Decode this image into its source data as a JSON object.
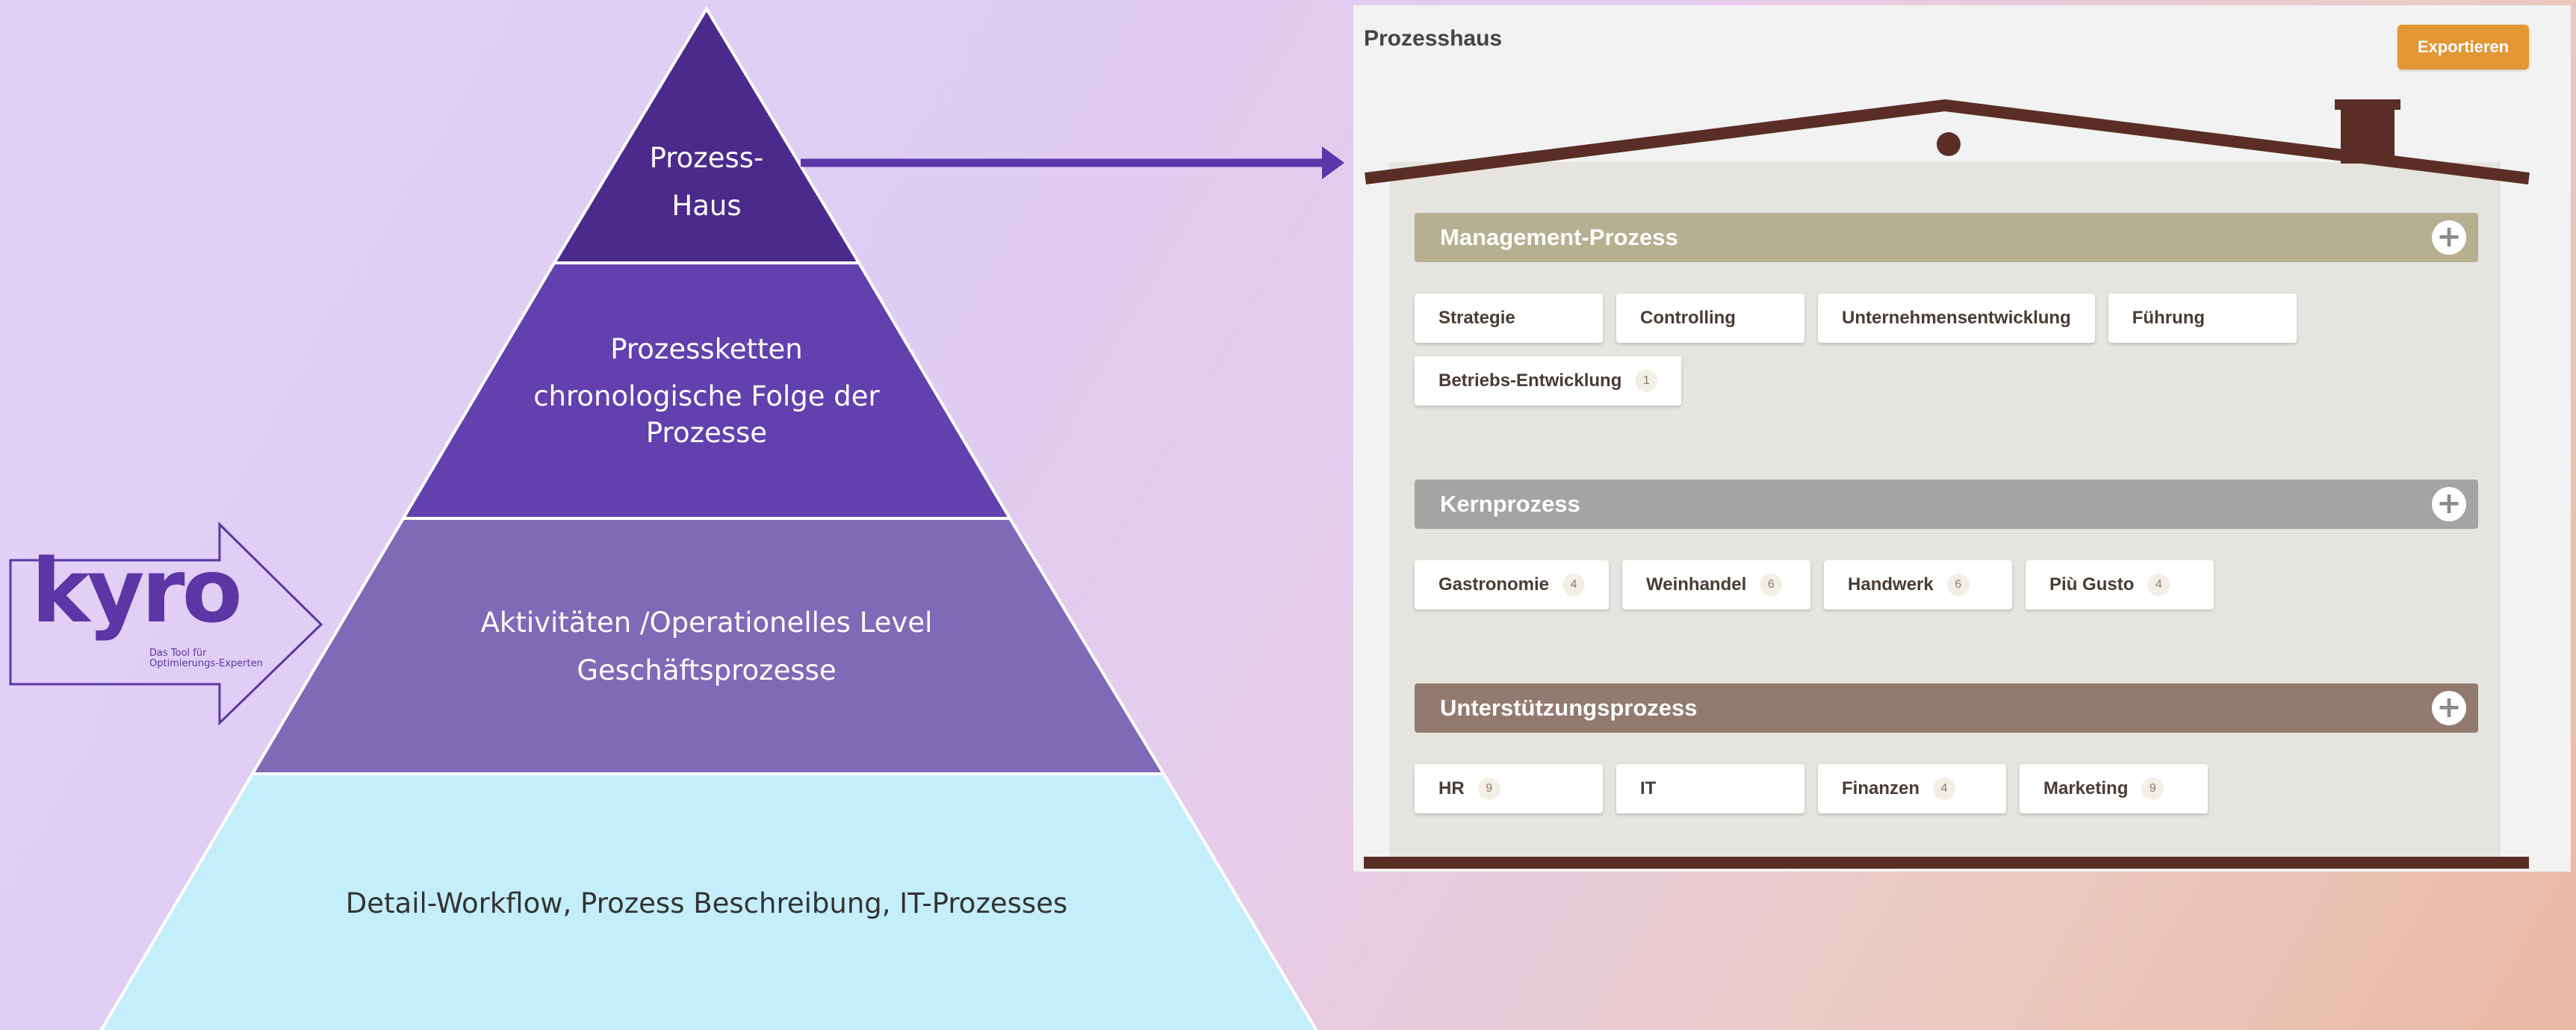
{
  "pyramid": {
    "level1_line1": "Prozess-",
    "level1_line2": "Haus",
    "level2_line1": "Prozessketten",
    "level2_line2": "chronologische Folge der",
    "level2_line3": "Prozesse",
    "level3_line1": "Aktivitäten /Operationelles Level",
    "level3_line2": "Geschäftsprozesse",
    "level4_line1": "Detail-Workflow, Prozess Beschreibung, IT-Prozesses",
    "colors": {
      "level1": "#4c2a8c",
      "level2": "#6240ae",
      "level3": "#7e6ab6",
      "level4": "#c4eefb",
      "arrow": "#5a36a8"
    }
  },
  "logo": {
    "wordmark": "kyro",
    "tagline_line1": "Das Tool für",
    "tagline_line2": "Optimierungs-Experten",
    "color": "#5b36a4"
  },
  "panel": {
    "title": "Prozesshaus",
    "export_label": "Exportieren",
    "sections": [
      {
        "title": "Management-Prozess",
        "color": "#b6af90",
        "items": [
          {
            "label": "Strategie",
            "count": ""
          },
          {
            "label": "Controlling",
            "count": ""
          },
          {
            "label": "Unternehmensentwicklung",
            "count": ""
          },
          {
            "label": "Führung",
            "count": ""
          },
          {
            "label": "Betriebs-Entwicklung",
            "count": "1"
          }
        ]
      },
      {
        "title": "Kernprozess",
        "color": "#a4a4a4",
        "items": [
          {
            "label": "Gastronomie",
            "count": "4"
          },
          {
            "label": "Weinhandel",
            "count": "6"
          },
          {
            "label": "Handwerk",
            "count": "6"
          },
          {
            "label": "Più Gusto",
            "count": "4"
          }
        ]
      },
      {
        "title": "Unterstützungsprozess",
        "color": "#937a70",
        "items": [
          {
            "label": "HR",
            "count": "9"
          },
          {
            "label": "IT",
            "count": ""
          },
          {
            "label": "Finanzen",
            "count": "4"
          },
          {
            "label": "Marketing",
            "count": "9"
          }
        ]
      }
    ],
    "colors": {
      "roof": "#5a2e26",
      "export": "#e39634"
    }
  }
}
